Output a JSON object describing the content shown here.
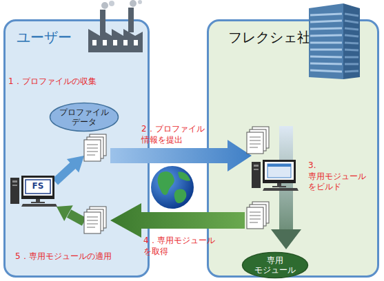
{
  "diagram": {
    "nodes": [
      {
        "text": [
          "ユーザー"
        ]
      },
      {
        "text": [
          "フレクシェ社"
        ]
      },
      {
        "text": [
          "プロファイル データ"
        ],
        "in": 0
      },
      {
        "text": [
          "専用 モジュール"
        ],
        "in": 1
      }
    ],
    "edges": [
      {
        "from": 0,
        "to": 1,
        "label": "2．プロファイル 情報を提出",
        "arrow": "to"
      },
      {
        "from": 1,
        "to": 0,
        "label": "4．専用モジュール を取得",
        "arrow": "to"
      }
    ],
    "labels": [
      "1．プロファイルの収集",
      "3. 専用モジュール をビルド",
      "5．専用モジュールの適用",
      "FS"
    ]
  }
}
